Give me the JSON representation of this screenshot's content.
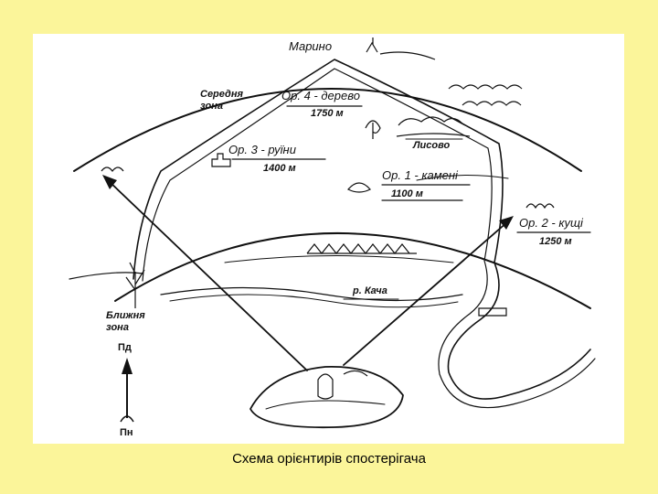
{
  "caption": "Схема орієнтирів спостерігача",
  "labels": {
    "village_top": "Марино",
    "middle_zone_line1": "Середня",
    "middle_zone_line2": "зона",
    "landmark4_name": "Ор. 4 - дерево",
    "landmark4_dist": "1750 м",
    "village_right": "Лисово",
    "landmark3_name": "Ор. 3 - руїни",
    "landmark3_dist": "1400 м",
    "landmark1_name": "Ор. 1 - камені",
    "landmark1_dist": "1100 м",
    "landmark2_name": "Ор. 2 - кущі",
    "landmark2_dist": "1250 м",
    "river": "р. Кача",
    "near_zone_line1": "Ближня",
    "near_zone_line2": "зона",
    "north": "Пд",
    "south": "Пн"
  },
  "colors": {
    "slide_background": "#fbf59a",
    "drawing_background": "#ffffff",
    "ink": "#111111"
  },
  "icons": [
    "arrow-up-icon"
  ]
}
